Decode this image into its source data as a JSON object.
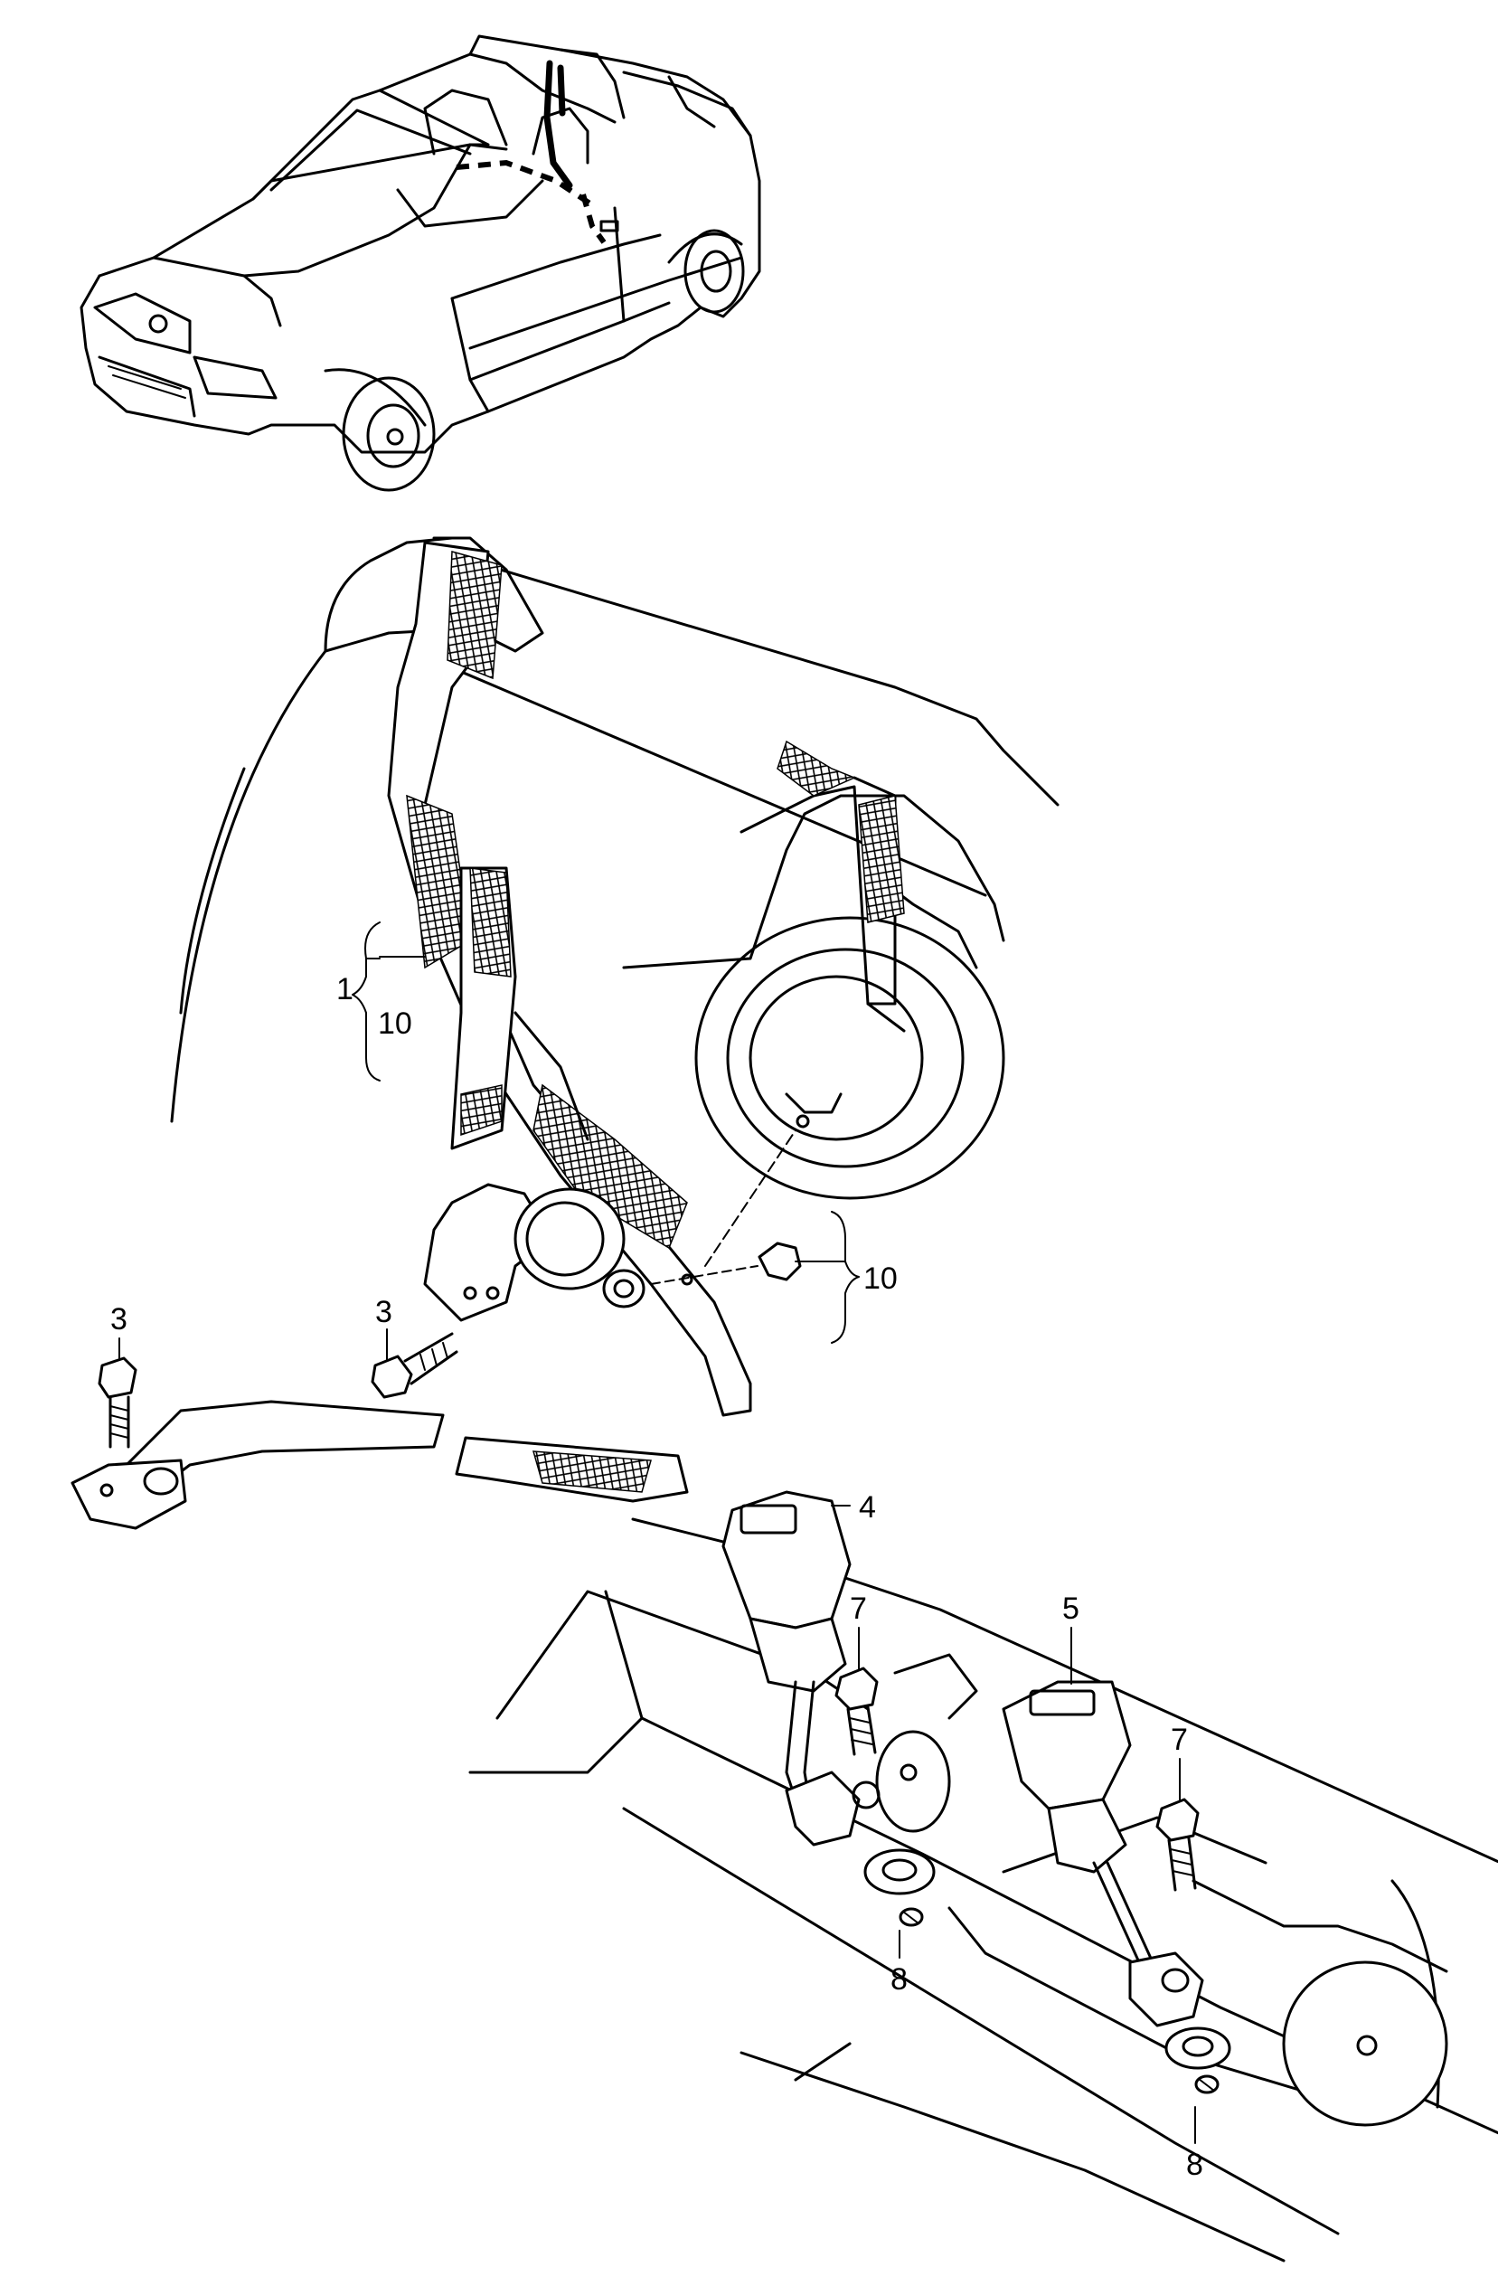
{
  "diagram": {
    "callouts": [
      {
        "id": "c1",
        "text": "1"
      },
      {
        "id": "c10a",
        "text": "10"
      },
      {
        "id": "c10b",
        "text": "10"
      },
      {
        "id": "c3a",
        "text": "3"
      },
      {
        "id": "c3b",
        "text": "3"
      },
      {
        "id": "c4",
        "text": "4"
      },
      {
        "id": "c5",
        "text": "5"
      },
      {
        "id": "c7a",
        "text": "7"
      },
      {
        "id": "c7b",
        "text": "7"
      },
      {
        "id": "c8a",
        "text": "8"
      },
      {
        "id": "c8b",
        "text": "8"
      }
    ]
  }
}
